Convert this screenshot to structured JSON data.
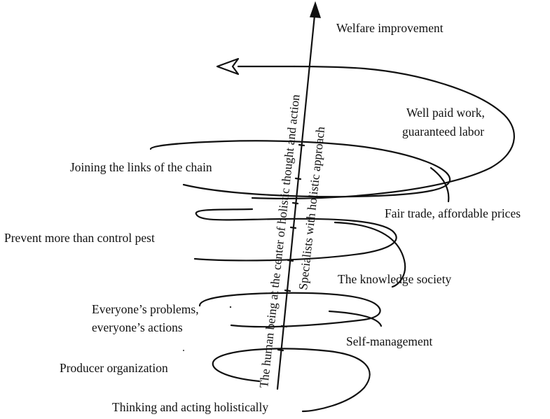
{
  "axis": {
    "primary_label": "The human being at the center of holistic thought and action",
    "secondary_label": "Specialists with holistic approach"
  },
  "labels": {
    "welfare": "Welfare improvement",
    "well_paid_1": "Well paid work,",
    "well_paid_2": "guaranteed labor",
    "joining": "Joining the links of the chain",
    "fair_trade": "Fair trade, affordable prices",
    "prevent": "Prevent more than control pest",
    "knowledge": "The knowledge society",
    "everyone_1": "Everyone’s problems,",
    "everyone_2": "everyone’s actions",
    "self_mgmt": "Self-management",
    "producer": "Producer organization",
    "thinking": "Thinking and acting holistically"
  }
}
